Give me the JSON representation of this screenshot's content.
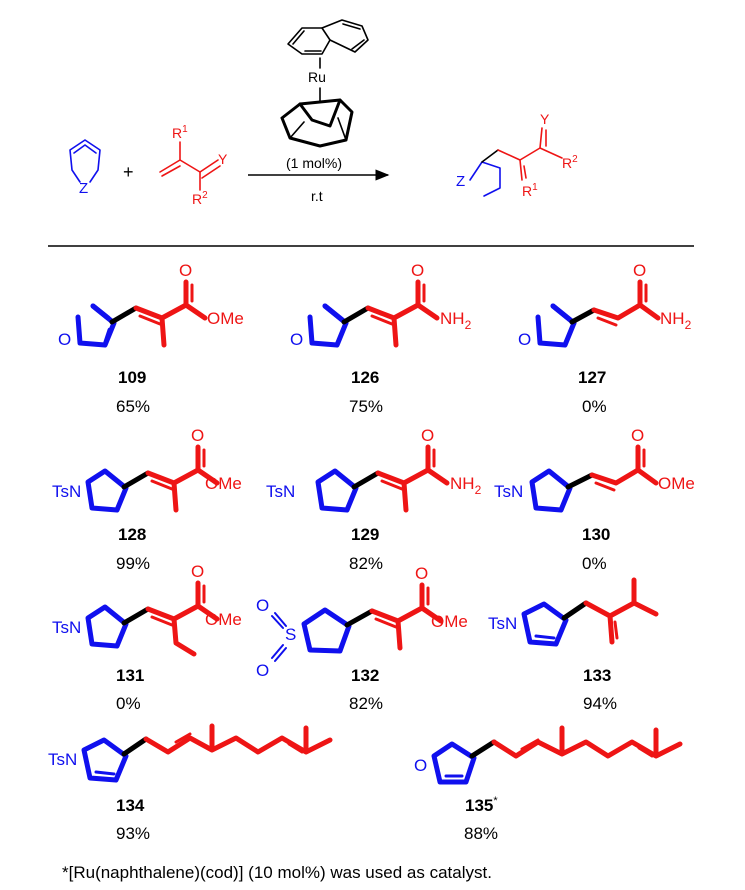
{
  "scheme": {
    "catalyst": {
      "metal": "Ru",
      "loading": "(1 mol%)",
      "conditions": "r.t"
    },
    "reactant_ring": {
      "heteroatom": "Z"
    },
    "diene": {
      "R1": "R",
      "R1_sup": "1",
      "R2": "R",
      "R2_sup": "2",
      "Y": "Y"
    },
    "plus": "+",
    "product": {
      "heteroatom": "Z",
      "R1": "R",
      "R1_sup": "1",
      "R2": "R",
      "R2_sup": "2",
      "Y": "Y"
    }
  },
  "atoms": {
    "O": "O",
    "OMe": "OMe",
    "NH": "NH",
    "sub2": "2",
    "TsN": "TsN",
    "S": "S"
  },
  "compounds": [
    {
      "id": "109",
      "yield": "65%"
    },
    {
      "id": "126",
      "yield": "75%"
    },
    {
      "id": "127",
      "yield": "0%"
    },
    {
      "id": "128",
      "yield": "99%"
    },
    {
      "id": "129",
      "yield": "82%"
    },
    {
      "id": "130",
      "yield": "0%"
    },
    {
      "id": "131",
      "yield": "0%"
    },
    {
      "id": "132",
      "yield": "82%"
    },
    {
      "id": "133",
      "yield": "94%"
    },
    {
      "id": "134",
      "yield": "93%"
    },
    {
      "id": "135",
      "id_sup": "*",
      "yield": "88%"
    }
  ],
  "footnote": "*[Ru(naphthalene)(cod)] (10 mol%) was used as catalyst.",
  "colors": {
    "ring": "#1010ee",
    "chain": "#ee1515",
    "linker": "#000000"
  }
}
